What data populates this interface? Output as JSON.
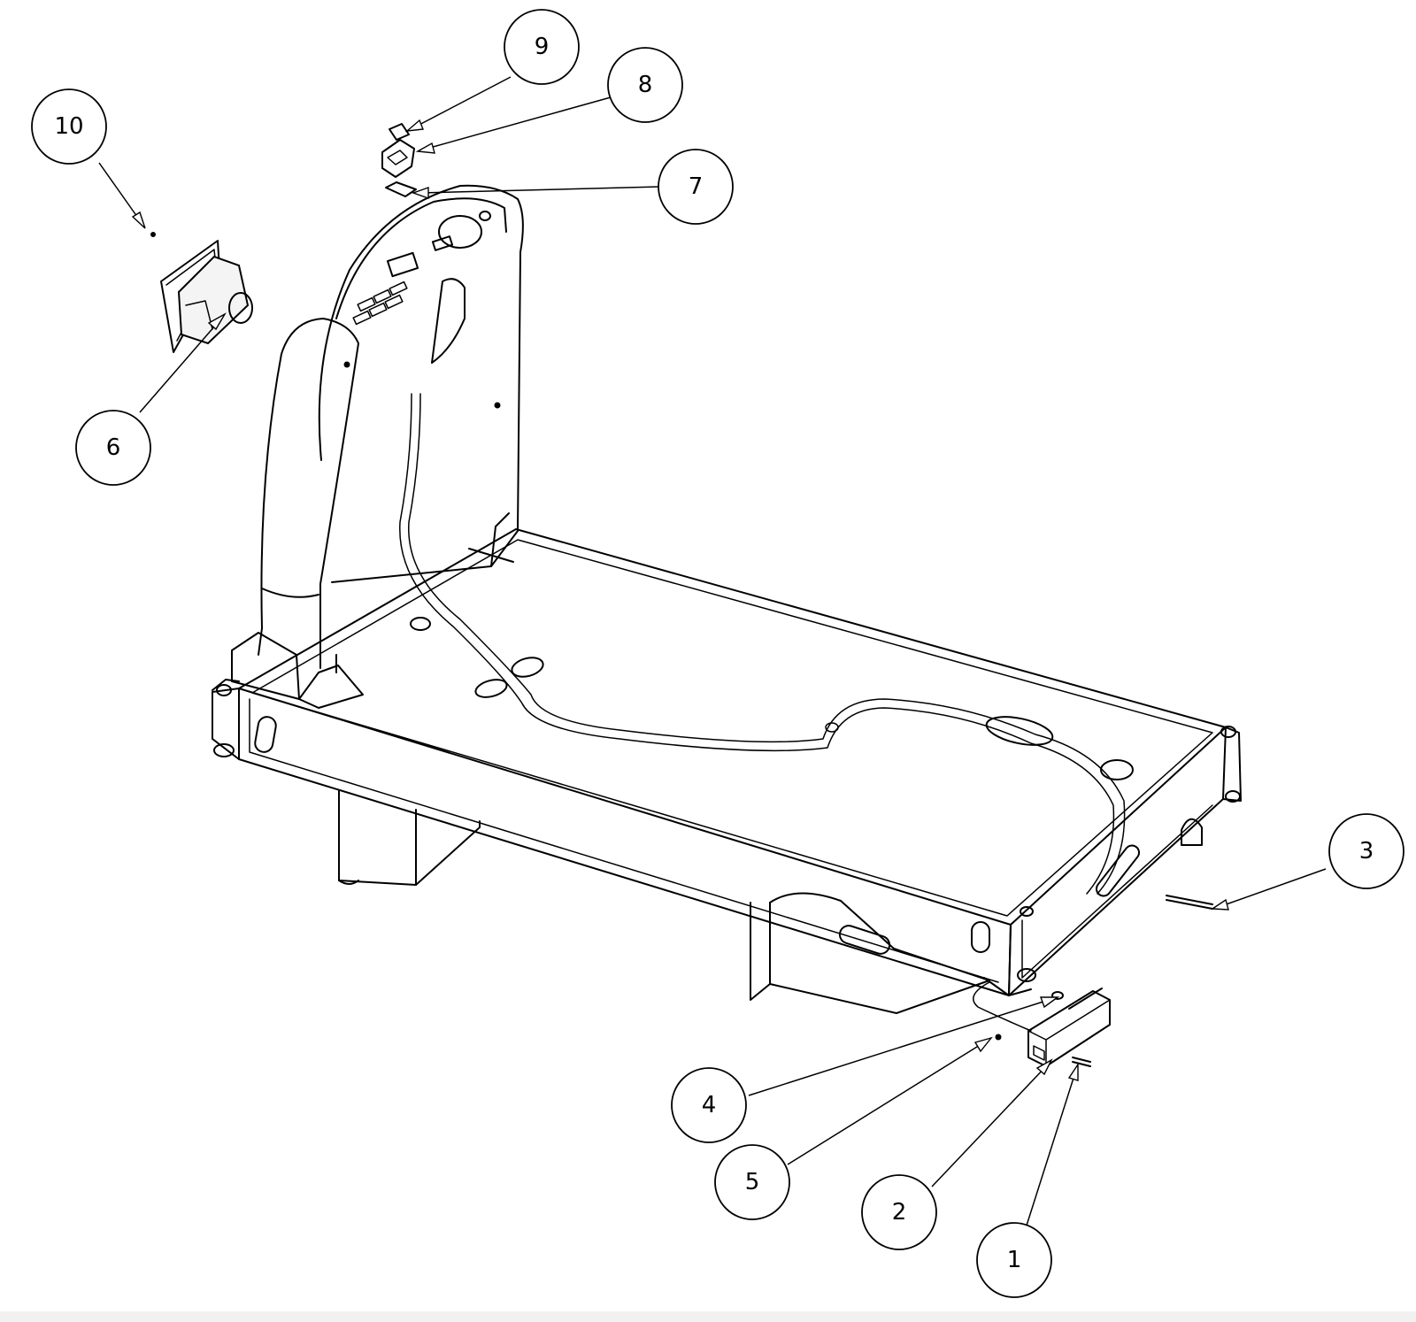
{
  "balloons": [
    {
      "id": "1",
      "label": "1"
    },
    {
      "id": "2",
      "label": "2"
    },
    {
      "id": "3",
      "label": "3"
    },
    {
      "id": "4",
      "label": "4"
    },
    {
      "id": "5",
      "label": "5"
    },
    {
      "id": "6",
      "label": "6"
    },
    {
      "id": "7",
      "label": "7"
    },
    {
      "id": "8",
      "label": "8"
    },
    {
      "id": "9",
      "label": "9"
    },
    {
      "id": "10",
      "label": "10"
    }
  ]
}
